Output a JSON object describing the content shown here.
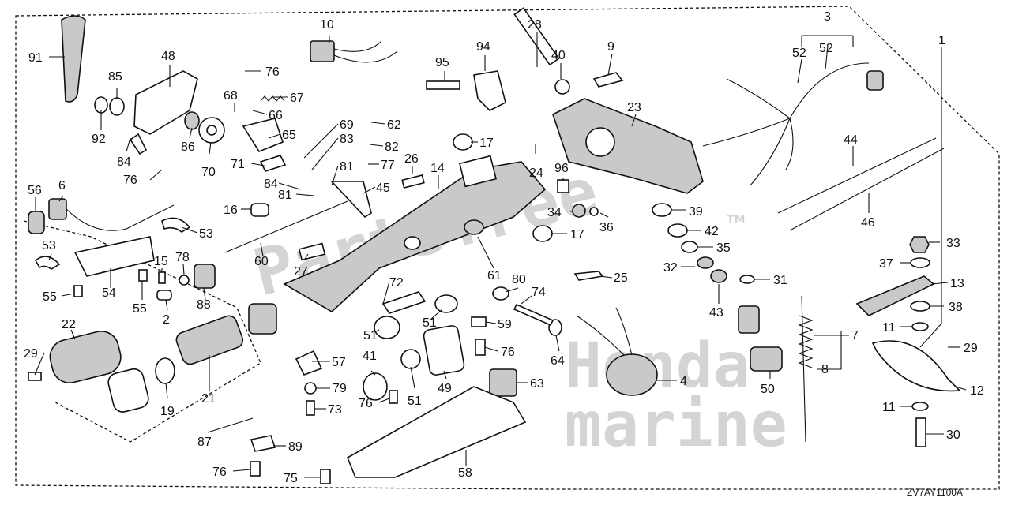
{
  "diagram_code": "ZV7AY1100A",
  "watermark": {
    "text": "PartsTree",
    "tm": "TM",
    "brand_line1": "Honda",
    "brand_line2": "marine"
  },
  "callouts": [
    "1",
    "2",
    "3",
    "4",
    "6",
    "7",
    "8",
    "9",
    "10",
    "11",
    "12",
    "13",
    "14",
    "15",
    "16",
    "17",
    "19",
    "21",
    "22",
    "23",
    "24",
    "25",
    "26",
    "27",
    "28",
    "29",
    "30",
    "31",
    "32",
    "33",
    "34",
    "35",
    "36",
    "37",
    "38",
    "39",
    "40",
    "41",
    "42",
    "43",
    "44",
    "45",
    "46",
    "48",
    "49",
    "50",
    "51",
    "52",
    "53",
    "54",
    "55",
    "56",
    "57",
    "58",
    "59",
    "60",
    "61",
    "62",
    "63",
    "64",
    "65",
    "66",
    "67",
    "68",
    "69",
    "70",
    "71",
    "72",
    "73",
    "74",
    "75",
    "76",
    "77",
    "78",
    "79",
    "80",
    "81",
    "82",
    "83",
    "84",
    "85",
    "86",
    "87",
    "88",
    "89",
    "91",
    "92",
    "94",
    "95",
    "96"
  ],
  "labels": [
    {
      "id": "c-91",
      "text": "91"
    },
    {
      "id": "c-85",
      "text": "85"
    },
    {
      "id": "c-48",
      "text": "48"
    },
    {
      "id": "c-76a",
      "text": "76"
    },
    {
      "id": "c-92",
      "text": "92"
    },
    {
      "id": "c-84a",
      "text": "84"
    },
    {
      "id": "c-86",
      "text": "86"
    },
    {
      "id": "c-70",
      "text": "70"
    },
    {
      "id": "c-76b",
      "text": "76"
    },
    {
      "id": "c-68",
      "text": "68"
    },
    {
      "id": "c-67",
      "text": "67"
    },
    {
      "id": "c-66",
      "text": "66"
    },
    {
      "id": "c-65",
      "text": "65"
    },
    {
      "id": "c-71",
      "text": "71"
    },
    {
      "id": "c-69",
      "text": "69"
    },
    {
      "id": "c-83",
      "text": "83"
    },
    {
      "id": "c-81a",
      "text": "81"
    },
    {
      "id": "c-84b",
      "text": "84"
    },
    {
      "id": "c-81b",
      "text": "81"
    },
    {
      "id": "c-45",
      "text": "45"
    },
    {
      "id": "c-10",
      "text": "10"
    },
    {
      "id": "c-62",
      "text": "62"
    },
    {
      "id": "c-82",
      "text": "82"
    },
    {
      "id": "c-77",
      "text": "77"
    },
    {
      "id": "c-17a",
      "text": "17"
    },
    {
      "id": "c-26",
      "text": "26"
    },
    {
      "id": "c-14",
      "text": "14"
    },
    {
      "id": "c-24",
      "text": "24"
    },
    {
      "id": "c-28",
      "text": "28"
    },
    {
      "id": "c-95",
      "text": "95"
    },
    {
      "id": "c-94",
      "text": "94"
    },
    {
      "id": "c-40",
      "text": "40"
    },
    {
      "id": "c-9",
      "text": "9"
    },
    {
      "id": "c-23",
      "text": "23"
    },
    {
      "id": "c-96",
      "text": "96"
    },
    {
      "id": "c-34",
      "text": "34"
    },
    {
      "id": "c-36",
      "text": "36"
    },
    {
      "id": "c-17b",
      "text": "17"
    },
    {
      "id": "c-39",
      "text": "39"
    },
    {
      "id": "c-42",
      "text": "42"
    },
    {
      "id": "c-35",
      "text": "35"
    },
    {
      "id": "c-32",
      "text": "32"
    },
    {
      "id": "c-43",
      "text": "43"
    },
    {
      "id": "c-31",
      "text": "31"
    },
    {
      "id": "c-3",
      "text": "3"
    },
    {
      "id": "c-52a",
      "text": "52"
    },
    {
      "id": "c-52b",
      "text": "52"
    },
    {
      "id": "c-1",
      "text": "1"
    },
    {
      "id": "c-44",
      "text": "44"
    },
    {
      "id": "c-46",
      "text": "46"
    },
    {
      "id": "c-33",
      "text": "33"
    },
    {
      "id": "c-37",
      "text": "37"
    },
    {
      "id": "c-13",
      "text": "13"
    },
    {
      "id": "c-38",
      "text": "38"
    },
    {
      "id": "c-11a",
      "text": "11"
    },
    {
      "id": "c-29b",
      "text": "29"
    },
    {
      "id": "c-12",
      "text": "12"
    },
    {
      "id": "c-11b",
      "text": "11"
    },
    {
      "id": "c-30",
      "text": "30"
    },
    {
      "id": "c-7",
      "text": "7"
    },
    {
      "id": "c-8",
      "text": "8"
    },
    {
      "id": "c-50",
      "text": "50"
    },
    {
      "id": "c-4",
      "text": "4"
    },
    {
      "id": "c-56",
      "text": "56"
    },
    {
      "id": "c-6",
      "text": "6"
    },
    {
      "id": "c-53a",
      "text": "53"
    },
    {
      "id": "c-53b",
      "text": "53"
    },
    {
      "id": "c-54",
      "text": "54"
    },
    {
      "id": "c-55a",
      "text": "55"
    },
    {
      "id": "c-55b",
      "text": "55"
    },
    {
      "id": "c-15",
      "text": "15"
    },
    {
      "id": "c-78",
      "text": "78"
    },
    {
      "id": "c-2",
      "text": "2"
    },
    {
      "id": "c-88",
      "text": "88"
    },
    {
      "id": "c-16",
      "text": "16"
    },
    {
      "id": "c-60",
      "text": "60"
    },
    {
      "id": "c-27",
      "text": "27"
    },
    {
      "id": "c-72",
      "text": "72"
    },
    {
      "id": "c-61",
      "text": "61"
    },
    {
      "id": "c-80",
      "text": "80"
    },
    {
      "id": "c-74",
      "text": "74"
    },
    {
      "id": "c-25",
      "text": "25"
    },
    {
      "id": "c-22",
      "text": "22"
    },
    {
      "id": "c-29a",
      "text": "29"
    },
    {
      "id": "c-19",
      "text": "19"
    },
    {
      "id": "c-21",
      "text": "21"
    },
    {
      "id": "c-87",
      "text": "87"
    },
    {
      "id": "c-57",
      "text": "57"
    },
    {
      "id": "c-79",
      "text": "79"
    },
    {
      "id": "c-73",
      "text": "73"
    },
    {
      "id": "c-51a",
      "text": "51"
    },
    {
      "id": "c-51b",
      "text": "51"
    },
    {
      "id": "c-51c",
      "text": "51"
    },
    {
      "id": "c-41",
      "text": "41"
    },
    {
      "id": "c-76c",
      "text": "76"
    },
    {
      "id": "c-49",
      "text": "49"
    },
    {
      "id": "c-59",
      "text": "59"
    },
    {
      "id": "c-76d",
      "text": "76"
    },
    {
      "id": "c-64",
      "text": "64"
    },
    {
      "id": "c-63",
      "text": "63"
    },
    {
      "id": "c-58",
      "text": "58"
    },
    {
      "id": "c-89",
      "text": "89"
    },
    {
      "id": "c-76e",
      "text": "76"
    },
    {
      "id": "c-75",
      "text": "75"
    }
  ]
}
